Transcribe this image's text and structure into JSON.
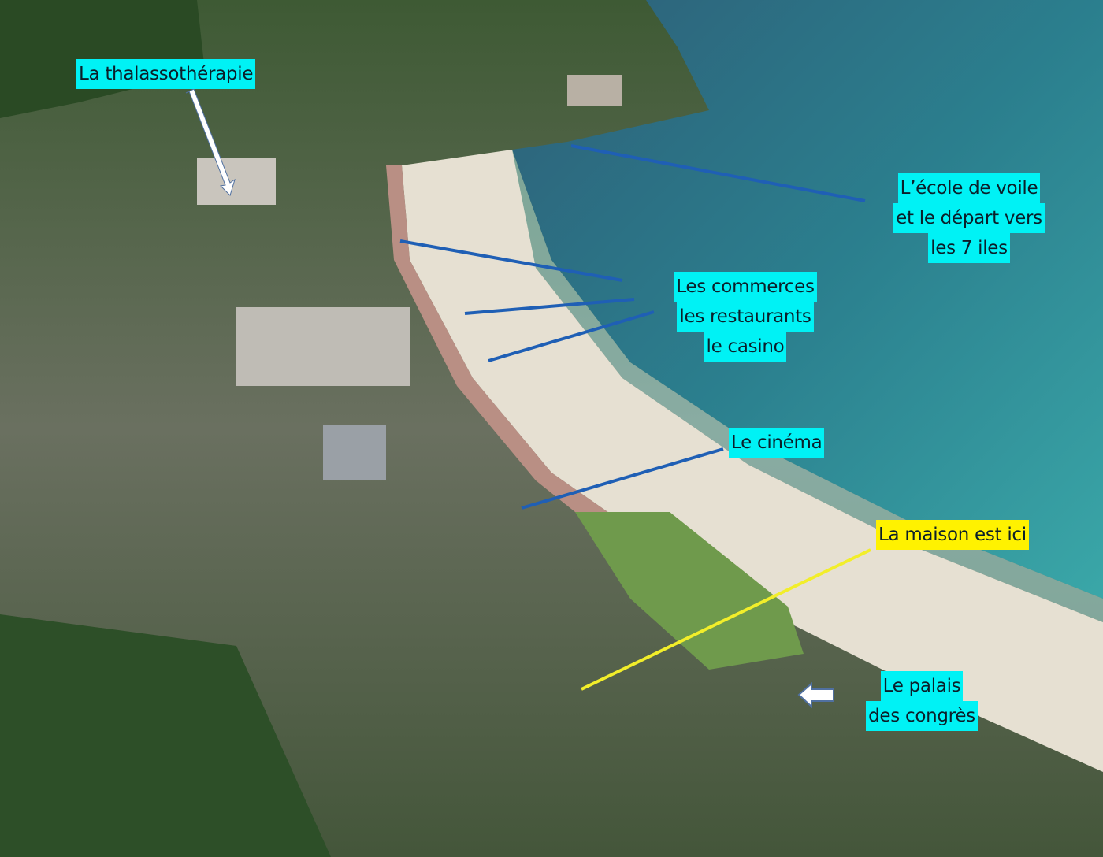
{
  "labels": {
    "thalasso": "La thalassothérapie",
    "ecole": [
      "L’école de voile",
      "et le départ vers",
      "les 7 iles"
    ],
    "commerces": [
      "Les commerces",
      "les restaurants",
      "le casino"
    ],
    "cinema": "Le cinéma",
    "maison": "La maison est ici",
    "palais": [
      "Le palais",
      "des congrès"
    ]
  },
  "colors": {
    "label_bg": "#00f2f5",
    "highlight_bg": "#fff200",
    "arrow": "#1f5fb5",
    "sea": "#2f8f9a",
    "sand": "#e8e2d4"
  }
}
